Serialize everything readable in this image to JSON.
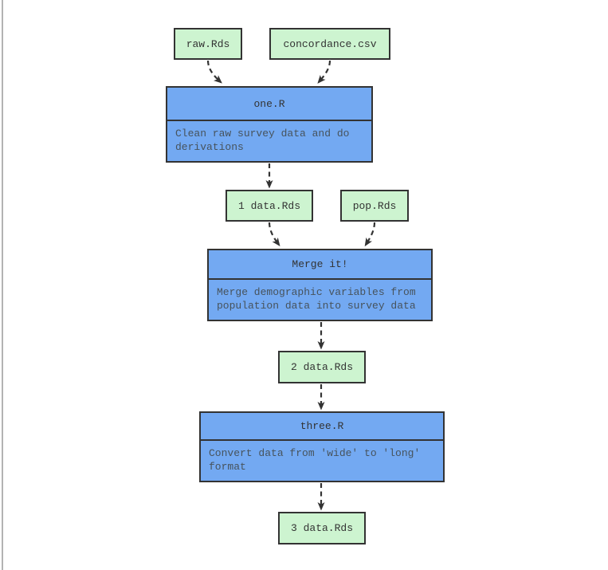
{
  "colors": {
    "data_node_fill": "#cdf4d0",
    "step_node_fill": "#73a9f2",
    "node_border": "#333333",
    "title_text": "#333333",
    "description_text": "#47535c",
    "edge_stroke": "#333333",
    "page_left_rule": "#b3b3b3"
  },
  "nodes": {
    "raw": {
      "label": "raw.Rds"
    },
    "concordance": {
      "label": "concordance.csv"
    },
    "step_one": {
      "title": "one.R",
      "description": "Clean raw survey data and do derivations"
    },
    "data_1": {
      "label": "1 data.Rds"
    },
    "pop": {
      "label": "pop.Rds"
    },
    "step_merge": {
      "title": "Merge it!",
      "description": "Merge demographic variables from population data into survey data"
    },
    "data_2": {
      "label": "2 data.Rds"
    },
    "step_three": {
      "title": "three.R",
      "description": "Convert data from 'wide' to 'long' format"
    },
    "data_3": {
      "label": "3 data.Rds"
    }
  },
  "edges": [
    {
      "from": "raw.Rds",
      "to": "one.R",
      "style": "dashed"
    },
    {
      "from": "concordance.csv",
      "to": "one.R",
      "style": "dashed"
    },
    {
      "from": "one.R",
      "to": "1 data.Rds",
      "style": "dashed"
    },
    {
      "from": "1 data.Rds",
      "to": "Merge it!",
      "style": "dashed"
    },
    {
      "from": "pop.Rds",
      "to": "Merge it!",
      "style": "dashed"
    },
    {
      "from": "Merge it!",
      "to": "2 data.Rds",
      "style": "dashed"
    },
    {
      "from": "2 data.Rds",
      "to": "three.R",
      "style": "dashed"
    },
    {
      "from": "three.R",
      "to": "3 data.Rds",
      "style": "dashed"
    }
  ]
}
